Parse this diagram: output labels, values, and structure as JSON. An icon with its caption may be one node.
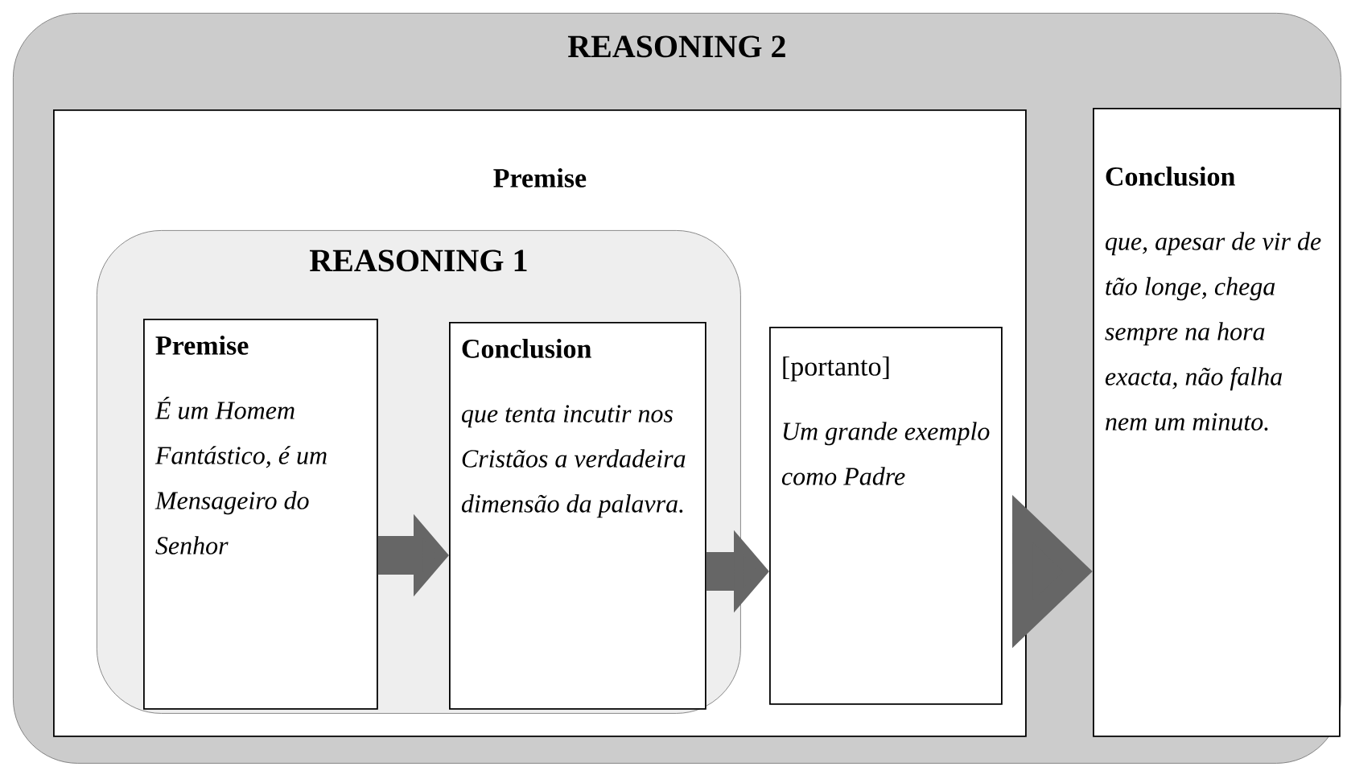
{
  "diagram": {
    "nodes": [
      {
        "text": [
          "REASONING 2"
        ]
      },
      {
        "text": [
          "Premise"
        ],
        "in": 0
      },
      {
        "text": [
          "REASONING 1"
        ],
        "in": 1
      },
      {
        "text": [
          "Premise",
          "É um Homem Fantástico, é um Mensageiro do Senhor"
        ],
        "in": 2
      },
      {
        "text": [
          "Conclusion",
          "que tenta incutir nos Cristãos a verdadeira dimensão da palavra."
        ],
        "in": 2
      },
      {
        "text": [
          "[portanto]",
          "Um grande exemplo como Padre"
        ],
        "in": 1
      },
      {
        "text": [
          "Conclusion",
          "que, apesar de vir de tão longe, chega sempre na hora exacta, não falha nem um minuto."
        ],
        "in": 0
      }
    ],
    "edges": [
      {
        "from": 3,
        "to": 4,
        "arrow": "to"
      },
      {
        "from": 4,
        "to": 5,
        "arrow": "to"
      },
      {
        "from": 1,
        "to": 6,
        "arrow": "to",
        "style": "thick"
      }
    ]
  }
}
